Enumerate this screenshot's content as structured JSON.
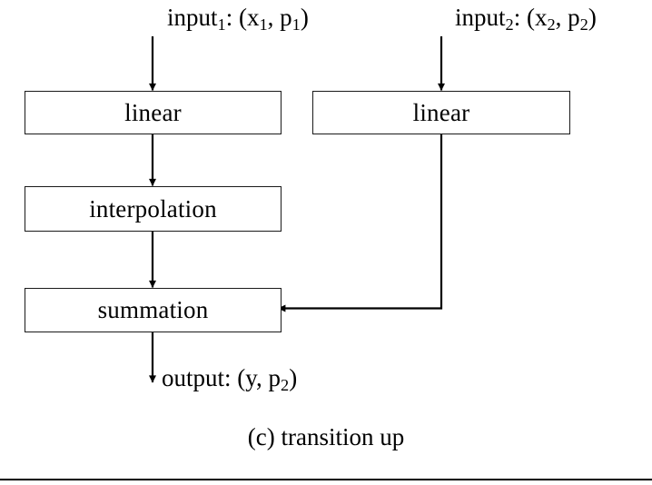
{
  "figure": {
    "caption": "(c) transition up",
    "stroke_color": "#1a1a1a",
    "text_color": "#000000",
    "background_color": "#ffffff"
  },
  "inputs": [
    {
      "name": "input-1",
      "prefix": "input",
      "subscript": "1",
      "separator": ": (x",
      "sub2": "1",
      "mid": ", p",
      "sub3": "1",
      "suffix": ")",
      "full_text": "input1: (x1, p1)"
    },
    {
      "name": "input-2",
      "prefix": "input",
      "subscript": "2",
      "separator": ": (x",
      "sub2": "2",
      "mid": ", p",
      "sub3": "2",
      "suffix": ")",
      "full_text": "input2: (x2, p2)"
    }
  ],
  "nodes": [
    {
      "id": "linear-left",
      "label": "linear"
    },
    {
      "id": "linear-right",
      "label": "linear"
    },
    {
      "id": "interpolation",
      "label": "interpolation"
    },
    {
      "id": "summation",
      "label": "summation"
    }
  ],
  "output": {
    "prefix": "output: (y, p",
    "subscript": "2",
    "suffix": ")",
    "full_text": "output: (y, p2)"
  }
}
